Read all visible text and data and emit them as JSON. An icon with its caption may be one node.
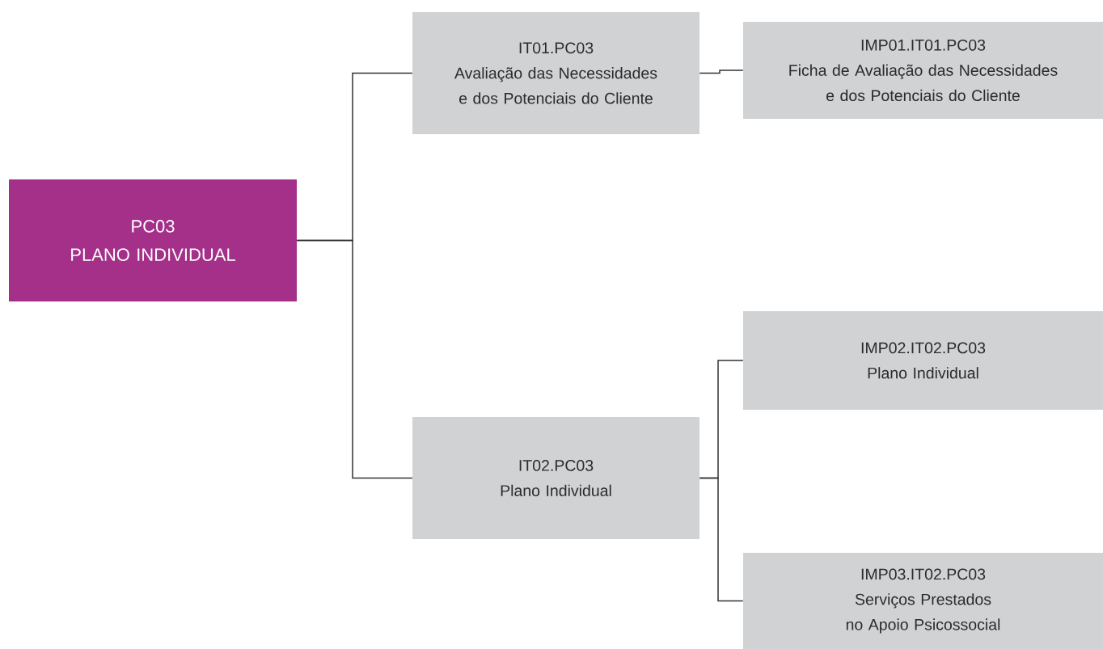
{
  "diagram": {
    "nodes": [
      {
        "text": [
          "PC03",
          "PLANO INDIVIDUAL"
        ]
      },
      {
        "text": [
          "IT01.PC03",
          "Avaliação das Necessidades e dos Potenciais do Cliente"
        ]
      },
      {
        "text": [
          "IMP01.IT01.PC03",
          "Ficha de Avaliação das Necessidades e dos Potenciais do Cliente"
        ]
      },
      {
        "text": [
          "IT02.PC03",
          "Plano Individual"
        ]
      },
      {
        "text": [
          "IMP02.IT02.PC03",
          "Plano Individual"
        ]
      },
      {
        "text": [
          "IMP03.IT02.PC03",
          "Serviços Prestados no Apoio Psicossocial"
        ]
      }
    ],
    "edges": [
      {
        "from": 0,
        "to": 1,
        "arrow": "none"
      },
      {
        "from": 0,
        "to": 3,
        "arrow": "none"
      },
      {
        "from": 1,
        "to": 2,
        "arrow": "none"
      },
      {
        "from": 3,
        "to": 4,
        "arrow": "none"
      },
      {
        "from": 3,
        "to": 5,
        "arrow": "none"
      }
    ]
  }
}
